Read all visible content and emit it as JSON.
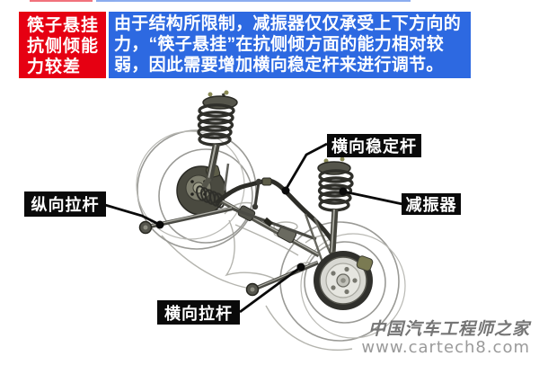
{
  "header": {
    "badge": {
      "lines": [
        "筷子悬挂",
        "抗侧倾能",
        "力较差"
      ],
      "bg_color": "#e60012",
      "text_color": "#ffffff"
    },
    "description": {
      "text": "由于结构所限制，减振器仅仅承受上下方向的力，“筷子悬挂”在抗侧倾方面的能力相对较弱，因此需要增加横向稳定杆来进行调节。",
      "bg_color": "#2d69e1",
      "text_color": "#ffffff"
    }
  },
  "diagram": {
    "subject": "筷子悬挂（拖曳臂式悬挂）结构示意图",
    "callouts": {
      "stabilizer": {
        "text": "横向稳定杆"
      },
      "shock": {
        "text": "减振器"
      },
      "longitudinal": {
        "text": "纵向拉杆"
      },
      "lateral": {
        "text": "横向拉杆"
      }
    },
    "callout_bg": "#0a0a0a"
  },
  "watermark": {
    "site_name": "中国汽车工程师之家",
    "site_url": "www.cartech8.com",
    "color": "#757575"
  }
}
